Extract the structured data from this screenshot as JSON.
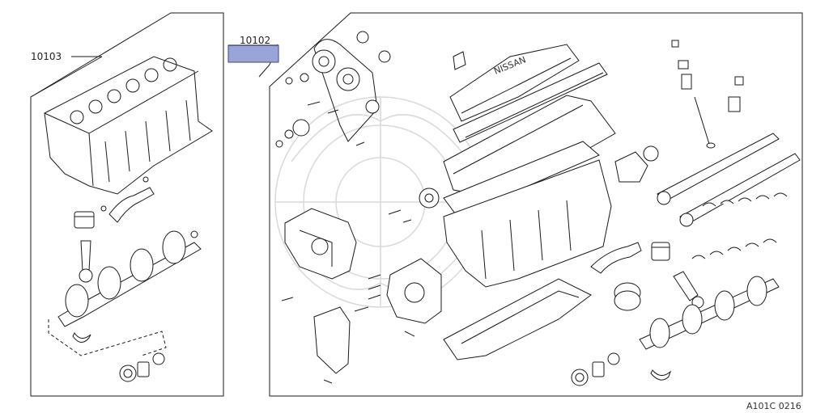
{
  "labels": {
    "short_block": "10103",
    "full_engine": "10102",
    "figure_code": "A101C 0216"
  },
  "colors": {
    "highlight": "#9aa4d8",
    "highlight_border": "#3d4a8a",
    "linework": "#1a1a1a",
    "watermark": "#d9d9d9"
  },
  "brand_marking": "NISSAN"
}
